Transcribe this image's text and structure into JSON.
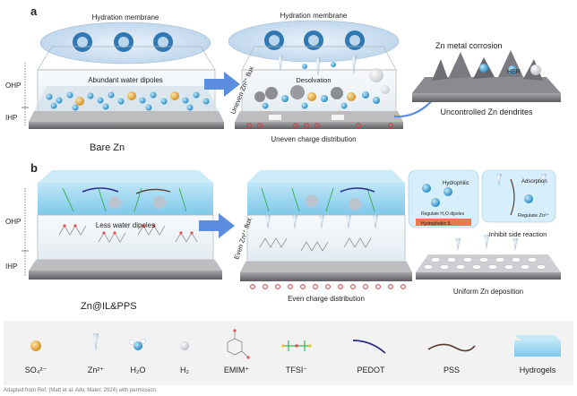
{
  "panel_a": {
    "letter": "a",
    "membrane_label_left": "Hydration membrane",
    "membrane_label_mid": "Hydration membrane",
    "ohp": "OHP",
    "ihp": "IHP",
    "abundant": "Abundant water dipoles",
    "bare_zn": "Bare Zn",
    "uneven_flux": "Uneven Zn²⁺ flux",
    "desolvation": "Desolvation",
    "uneven_charge": "Uneven charge distribution",
    "corrosion": "Zn metal corrosion",
    "her": "HER",
    "dendrites": "Uncontrolled Zn dendrites"
  },
  "panel_b": {
    "letter": "b",
    "ohp": "OHP",
    "ihp": "IHP",
    "less_water": "Less water dipoles",
    "zn_il_pps": "Zn@IL&PPS",
    "even_flux": "Even Zn²⁺ flux",
    "even_charge": "Even charge distribution",
    "hydrophilic": "Hydrophilic",
    "regulate_h2o": "Regulate H₂O dipoles",
    "hydrophobic": "Hydrophobic IL",
    "adsorption": "Adsorption",
    "regulate_zn": "Regulate Zn²⁺",
    "inhibit": "Inhibit side reaction",
    "uniform": "Uniform Zn deposition"
  },
  "legend": [
    {
      "label": "SO₄²⁻",
      "icon": "sulfate-sphere-icon"
    },
    {
      "label": "Zn²⁺",
      "icon": "zinc-ion-icon"
    },
    {
      "label": "H₂O",
      "icon": "water-molecule-icon"
    },
    {
      "label": "H₂",
      "icon": "hydrogen-bubble-icon"
    },
    {
      "label": "EMIM⁺",
      "icon": "emim-molecule-icon"
    },
    {
      "label": "TFSI⁻",
      "icon": "tfsi-molecule-icon"
    },
    {
      "label": "PEDOT",
      "icon": "pedot-chain-icon"
    },
    {
      "label": "PSS",
      "icon": "pss-chain-icon"
    },
    {
      "label": "Hydrogels",
      "icon": "hydrogel-block-icon"
    }
  ],
  "caption": "Adapted from Ref. (Matt et al. Adv. Mater. 2024) with permission.",
  "colors": {
    "arrow": "#4a7fd4",
    "water": "#3aa8d8",
    "sulfate": "#e8a735",
    "electrode": "#7d7d80",
    "gel": "#9ed8f2",
    "pedot": "#2e2a8a",
    "pss": "#5a3a30"
  }
}
